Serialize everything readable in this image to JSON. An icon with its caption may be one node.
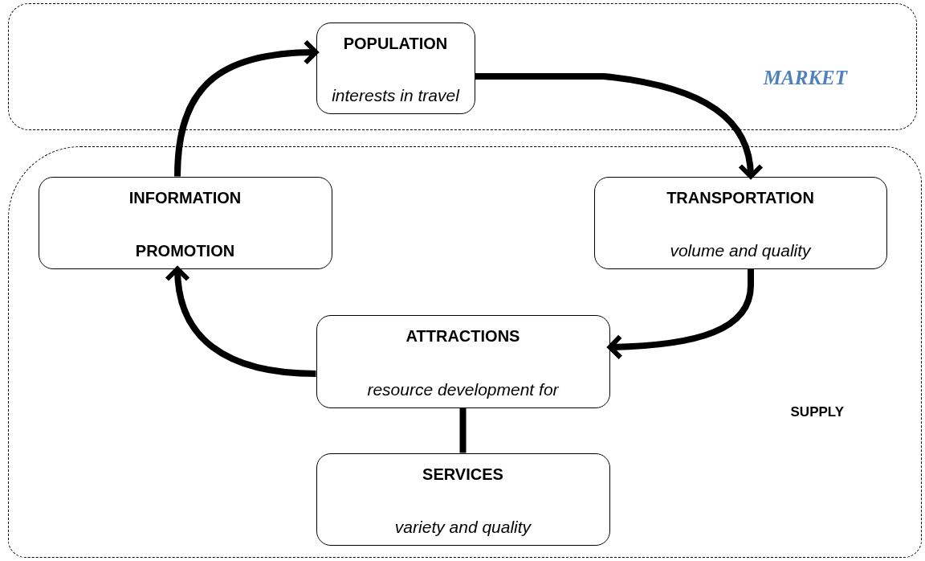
{
  "diagram": {
    "nodes": [
      {
        "text": [
          "MARKET"
        ]
      },
      {
        "text": [
          "POPULATION",
          "interests in travel"
        ],
        "in": 0
      },
      {
        "text": [
          "SUPPLY"
        ]
      },
      {
        "text": [
          "INFORMATION",
          "PROMOTION"
        ],
        "in": 2
      },
      {
        "text": [
          "TRANSPORTATION",
          "volume and quality"
        ],
        "in": 2
      },
      {
        "text": [
          "ATTRACTIONS",
          "resource development for"
        ],
        "in": 2
      },
      {
        "text": [
          "SERVICES",
          "variety and quality"
        ],
        "in": 2
      }
    ],
    "edges": [
      {
        "from": 3,
        "to": 1,
        "arrow": "to"
      },
      {
        "from": 1,
        "to": 4,
        "arrow": "to"
      },
      {
        "from": 4,
        "to": 5,
        "arrow": "to"
      },
      {
        "from": 5,
        "to": 3,
        "arrow": "to"
      },
      {
        "from": 5,
        "to": 6,
        "arrow": "none"
      }
    ]
  }
}
